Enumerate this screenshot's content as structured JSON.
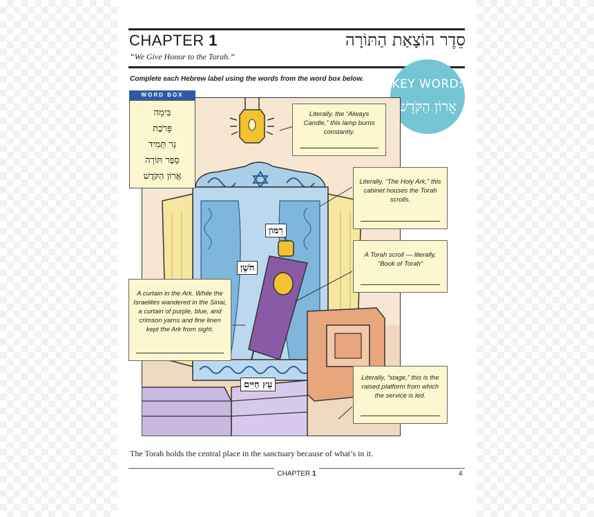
{
  "header": {
    "chapter_word": "CHAPTER",
    "chapter_num": "1",
    "hebrew_title": "סֵדֶר הוֹצָאַת הַתּוֹרָה",
    "subtitle": "“We Give Honor to the Torah.”"
  },
  "instructions": "Complete each Hebrew label using the words from the word box below.",
  "key_word": {
    "label": "KEY WORD:",
    "hebrew": "אֲרוֹן הַקֹּדֶשׁ",
    "circle_color": "#74c6d4"
  },
  "word_box": {
    "title": "WORD BOX",
    "title_color": "#2f5aa3",
    "words": [
      "בִּימָה",
      "פָּרֹכֶת",
      "נֵר תָּמִיד",
      "סֵפֶר תּוֹרָה",
      "אֲרוֹן הַקֹּדֶשׁ"
    ]
  },
  "callouts": {
    "ner_tamid": "Literally, the “Always Candle,” this lamp burns constantly.",
    "aron": "Literally, “The Holy Ark,” this cabinet houses the Torah scrolls.",
    "torah_scroll": "A Torah scroll — literally, “Book of Torah”",
    "parochet": "A curtain in the Ark. While the Israelites wandered in the Sinai, a curtain of purple, blue, and crimson yarns and fine linen kept the Ark from sight.",
    "bimah": "Literally, “stage,” this is the raised platform from which the service is led."
  },
  "scroll_labels": {
    "rimon": "רִמּוֹן",
    "choshen": "חֹשֶׁן",
    "etz_chaim": "עֵץ חַיִּים"
  },
  "caption": "The Torah holds the central place in the sanctuary because of what’s in it.",
  "footer": {
    "chapter_word": "CHAPTER",
    "chapter_num": "1",
    "page_number": "4"
  },
  "colors": {
    "callout_bg": "#fdf7cf",
    "ark_blue": "#9fc7e6",
    "door_yellow": "#f6e6a0",
    "curtain_blue": "#7fb6dc",
    "torah_purple": "#8a5aa6",
    "bimah_orange": "#e8a67c",
    "lamp_gold": "#f2c230"
  }
}
